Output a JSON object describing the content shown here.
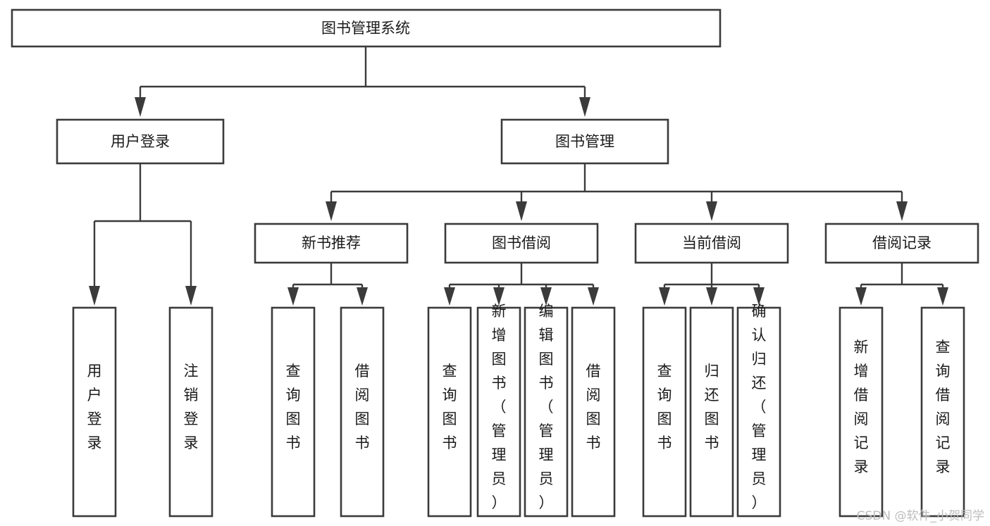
{
  "diagram": {
    "type": "tree-hierarchy-chart",
    "title_node": "图书管理系统",
    "watermark": "CSDN @软件_小贺同学",
    "levels": [
      {
        "level": 1,
        "nodes": [
          {
            "id": "root",
            "label": "图书管理系统"
          }
        ]
      },
      {
        "level": 2,
        "nodes": [
          {
            "id": "login",
            "label": "用户登录",
            "parent": "root"
          },
          {
            "id": "bookmgmt",
            "label": "图书管理",
            "parent": "root"
          }
        ]
      },
      {
        "level": 3,
        "nodes": [
          {
            "id": "newbook",
            "label": "新书推荐",
            "parent": "bookmgmt"
          },
          {
            "id": "borrow",
            "label": "图书借阅",
            "parent": "bookmgmt"
          },
          {
            "id": "current",
            "label": "当前借阅",
            "parent": "bookmgmt"
          },
          {
            "id": "records",
            "label": "借阅记录",
            "parent": "bookmgmt"
          }
        ]
      },
      {
        "level": 4,
        "nodes": [
          {
            "id": "leaf1",
            "label": "用户登录",
            "parent": "login"
          },
          {
            "id": "leaf2",
            "label": "注销登录",
            "parent": "login"
          },
          {
            "id": "leaf3",
            "label": "查询图书",
            "parent": "newbook"
          },
          {
            "id": "leaf4",
            "label": "借阅图书",
            "parent": "newbook"
          },
          {
            "id": "leaf5",
            "label": "查询图书",
            "parent": "borrow"
          },
          {
            "id": "leaf6",
            "label": "新增图书（管理员）",
            "parent": "borrow"
          },
          {
            "id": "leaf7",
            "label": "编辑图书（管理员）",
            "parent": "borrow"
          },
          {
            "id": "leaf8",
            "label": "借阅图书",
            "parent": "borrow"
          },
          {
            "id": "leaf9",
            "label": "查询图书",
            "parent": "current"
          },
          {
            "id": "leaf10",
            "label": "归还图书",
            "parent": "current"
          },
          {
            "id": "leaf11",
            "label": "确认归还（管理员）",
            "parent": "current"
          },
          {
            "id": "leaf12",
            "label": "新增借阅记录",
            "parent": "records"
          },
          {
            "id": "leaf13",
            "label": "查询借阅记录",
            "parent": "records"
          }
        ]
      }
    ],
    "colors": {
      "box_stroke": "#3b3b3b",
      "box_fill": "#ffffff",
      "text": "#1a1a1a",
      "connector": "#3b3b3b",
      "watermark": "#bdbdbd",
      "background": "#ffffff"
    }
  }
}
